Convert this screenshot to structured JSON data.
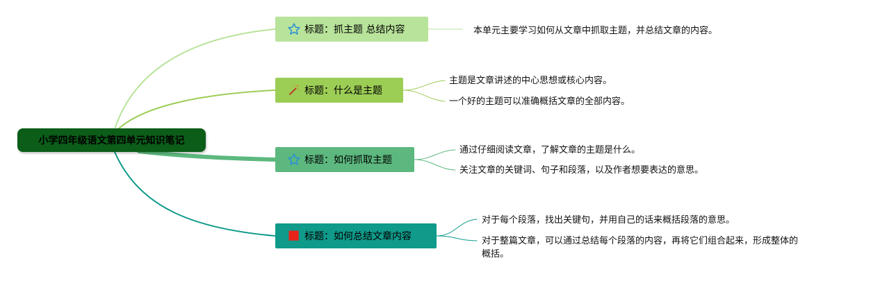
{
  "root": {
    "label": "小学四年级语文第四单元知识笔记"
  },
  "branches": [
    {
      "label": "标题：抓主题 总结内容",
      "icon": "star-outline-icon",
      "color": "#b8e39a",
      "line_color": "#b8e39a",
      "leaves": [
        "本单元主要学习如何从文章中抓取主题，并总结文章的内容。"
      ]
    },
    {
      "label": "标题：什么是主题",
      "icon": "magic-wand-icon",
      "color": "#9ccd55",
      "line_color": "#9ccd55",
      "leaves": [
        "主题是文章讲述的中心思想或核心内容。",
        "一个好的主题可以准确概括文章的全部内容。"
      ]
    },
    {
      "label": "标题：如何抓取主题",
      "icon": "star-outline-icon",
      "color": "#5cb87e",
      "line_color": "#5cb87e",
      "leaves": [
        "通过仔细阅读文章，了解文章的主题是什么。",
        "关注文章的关键词、句子和段落，以及作者想要表达的意思。"
      ]
    },
    {
      "label": "标题：如何总结文章内容",
      "icon": "red-flag-icon",
      "color": "#0f9a8a",
      "line_color": "#0f9a8a",
      "leaves": [
        "对于每个段落，找出关键句，并用自己的话来概括段落的意思。",
        "对于整篇文章，可以通过总结每个段落的内容，再将它们组合起来，形成整体的",
        "概括。"
      ]
    }
  ]
}
